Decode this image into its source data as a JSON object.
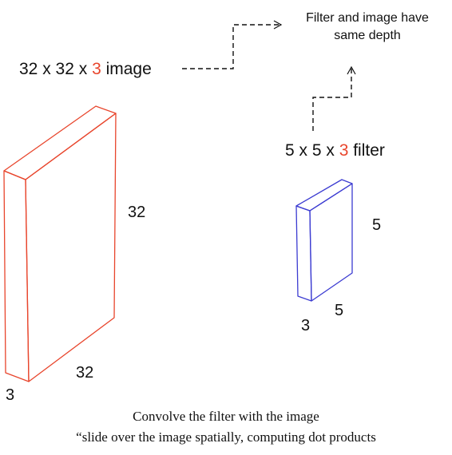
{
  "image_label": {
    "prefix": "32 x 32 x ",
    "depth": "3",
    "suffix": " image"
  },
  "filter_label": {
    "prefix": "5 x 5 x ",
    "depth": "3",
    "suffix": " filter"
  },
  "note": {
    "line1": "Filter and image have",
    "line2": "same depth"
  },
  "image_volume": {
    "height_label": "32",
    "width_label": "32",
    "depth_label": "3"
  },
  "filter_volume": {
    "height_label": "5",
    "width_label": "5",
    "depth_label": "3"
  },
  "caption": {
    "line1": "Convolve the filter with the image",
    "line2": "“slide over the image spatially, computing dot products"
  },
  "colors": {
    "image_outline": "#e8452c",
    "filter_outline": "#3b3bd1",
    "depth_highlight": "#e8452c",
    "text": "#111111",
    "arrow": "#111111"
  }
}
